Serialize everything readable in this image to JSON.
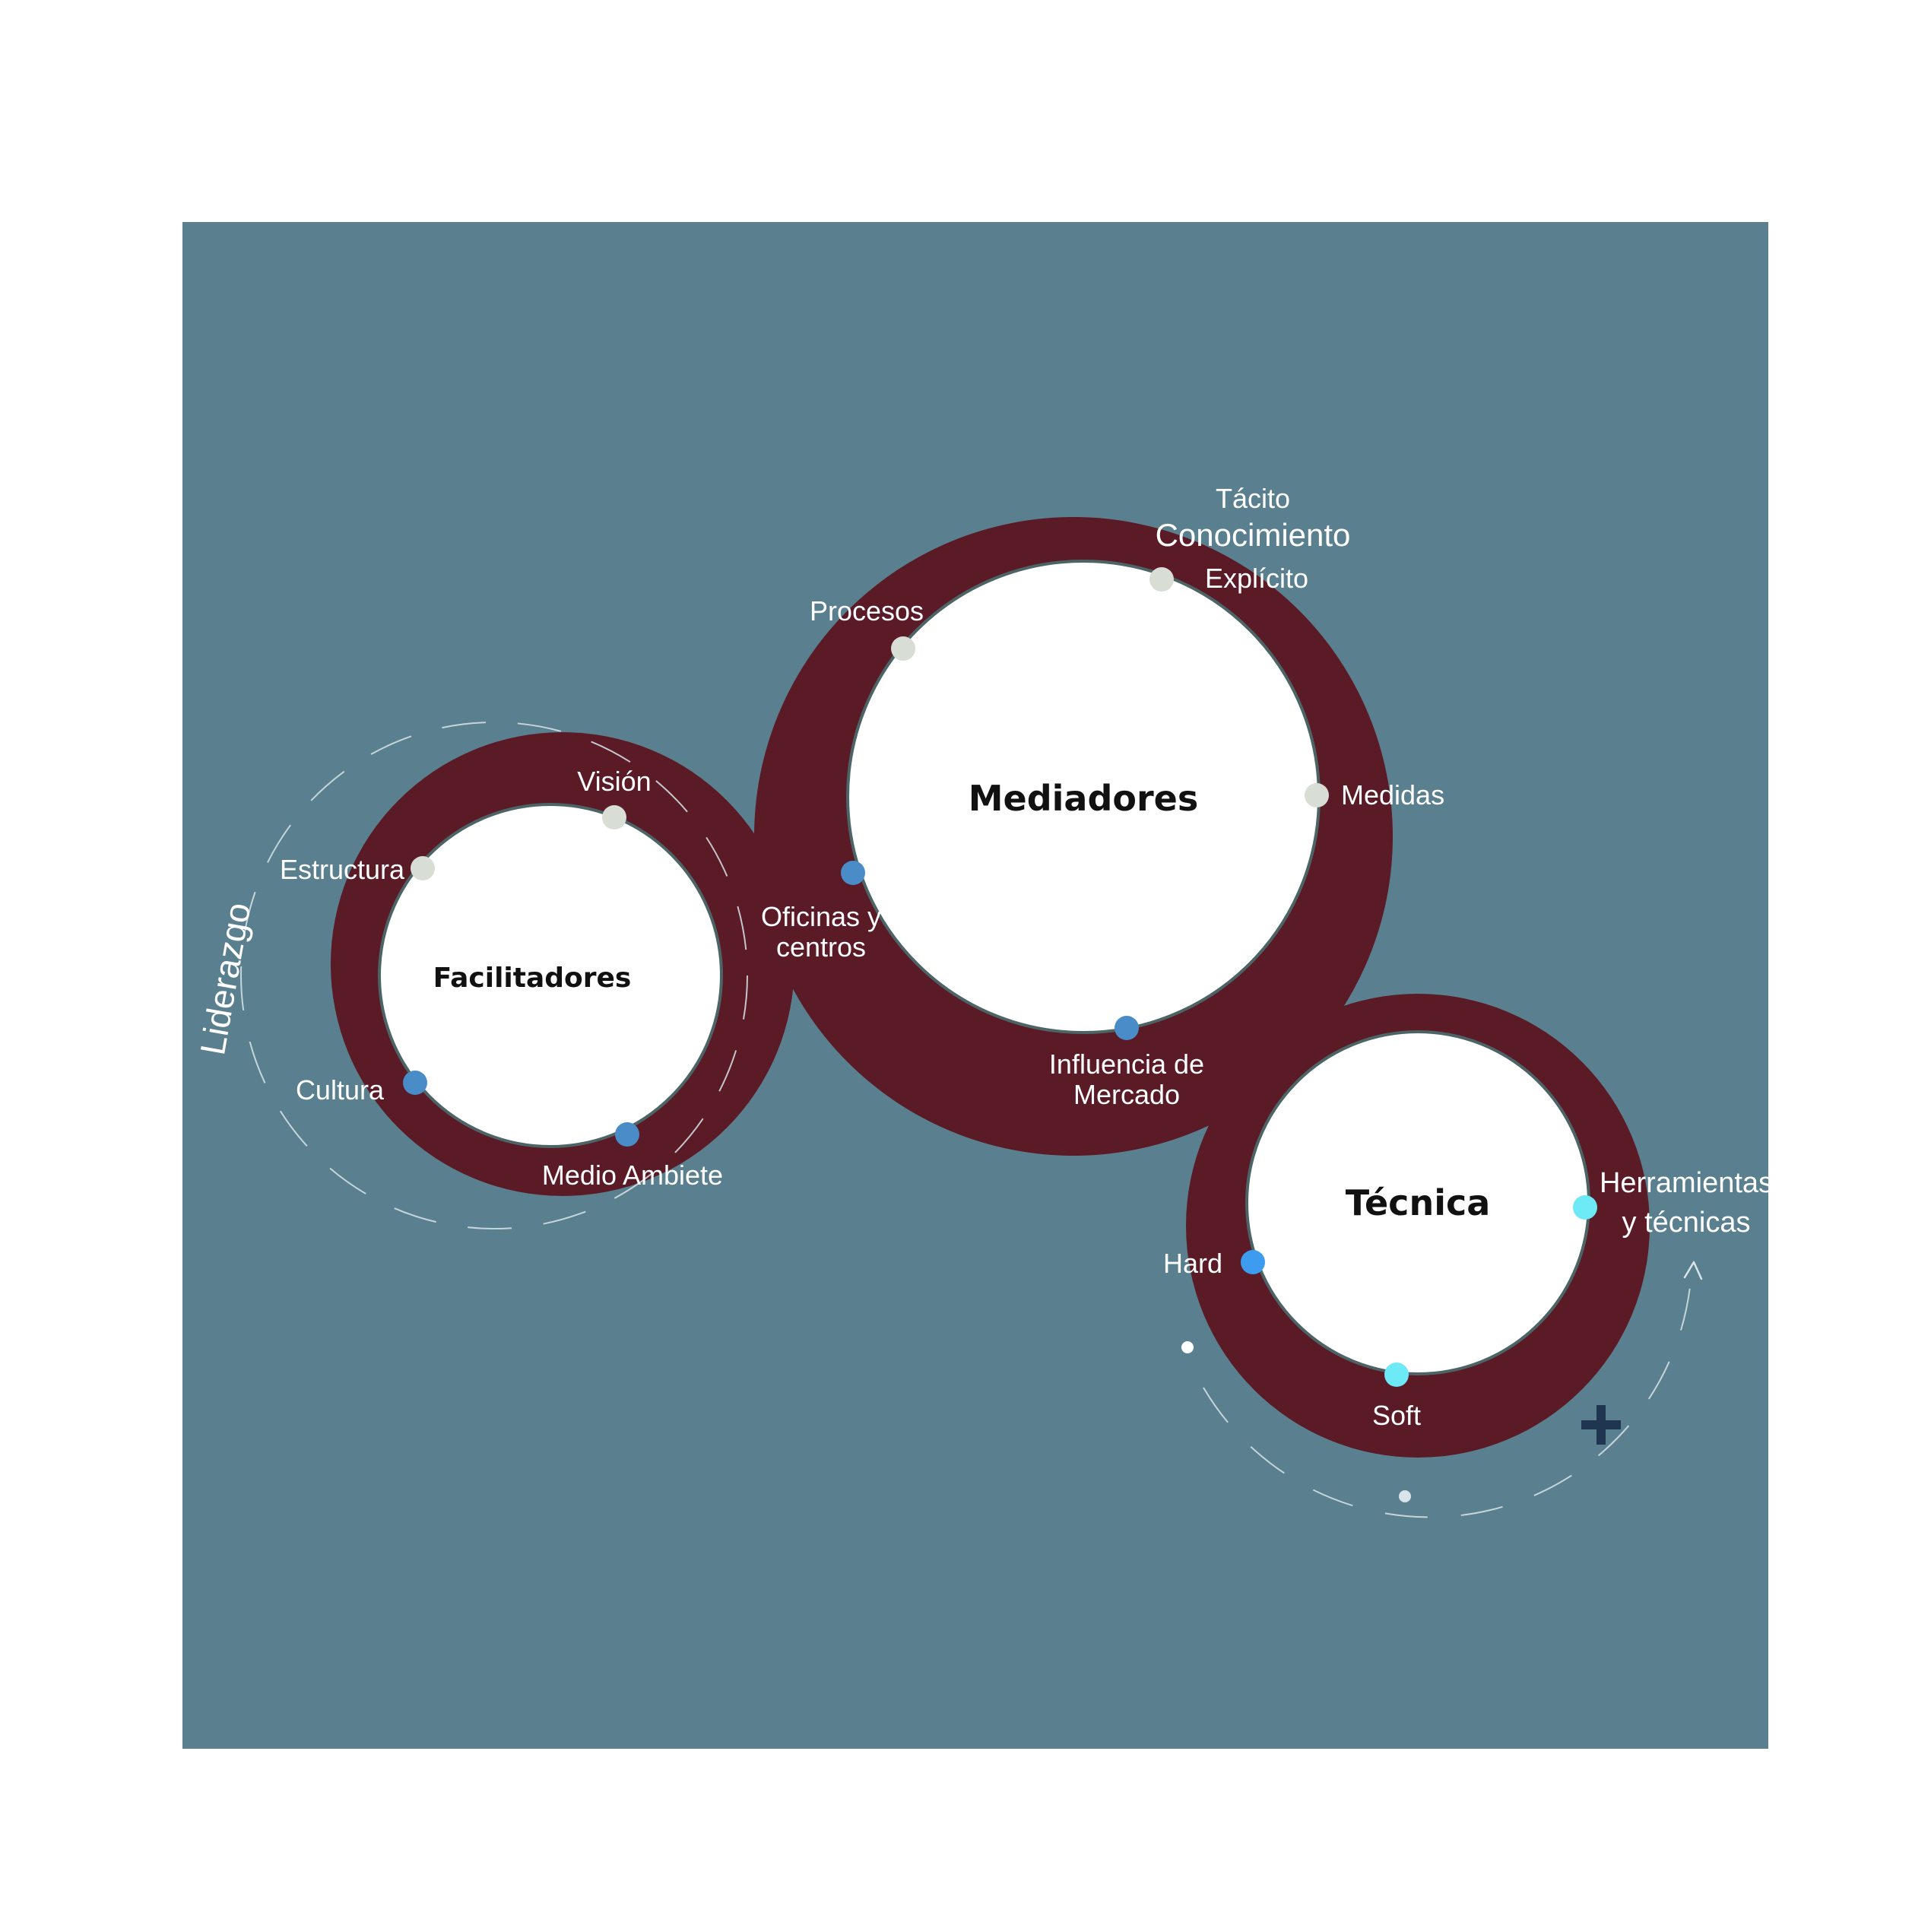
{
  "colors": {
    "panel": "#5a808f",
    "ring": "#5a1a26",
    "inner": "#ffffff",
    "inner_stroke": "#4d6467",
    "node_grey": "#d8ddd6",
    "node_blue": "#4a8cc7",
    "node_bright_blue": "#3d9cf0",
    "node_cyan": "#6ee9f6",
    "plus": "#1f3550",
    "dash": "#d9e4ea"
  },
  "circles": {
    "facilitadores": {
      "title": "Facilitadores",
      "nodes": {
        "vision": "Visión",
        "estructura": "Estructura",
        "cultura": "Cultura",
        "medio_ambiente": "Medio Ambiete"
      },
      "orbit_label": "Liderazgo"
    },
    "mediadores": {
      "title": "Mediadores",
      "nodes": {
        "tacito": "Tácito",
        "conocimiento": "Conocimiento",
        "explicito": "Explícito",
        "procesos": "Procesos",
        "medidas": "Medidas",
        "oficinas_line1": "Oficinas y",
        "oficinas_line2": "centros",
        "influencia_line1": "Influencia de",
        "influencia_line2": "Mercado"
      }
    },
    "tecnica": {
      "title": "Técnica",
      "nodes": {
        "herramientas_line1": "Herramientas",
        "herramientas_line2": "y técnicas",
        "hard": "Hard",
        "soft": "Soft"
      }
    }
  }
}
